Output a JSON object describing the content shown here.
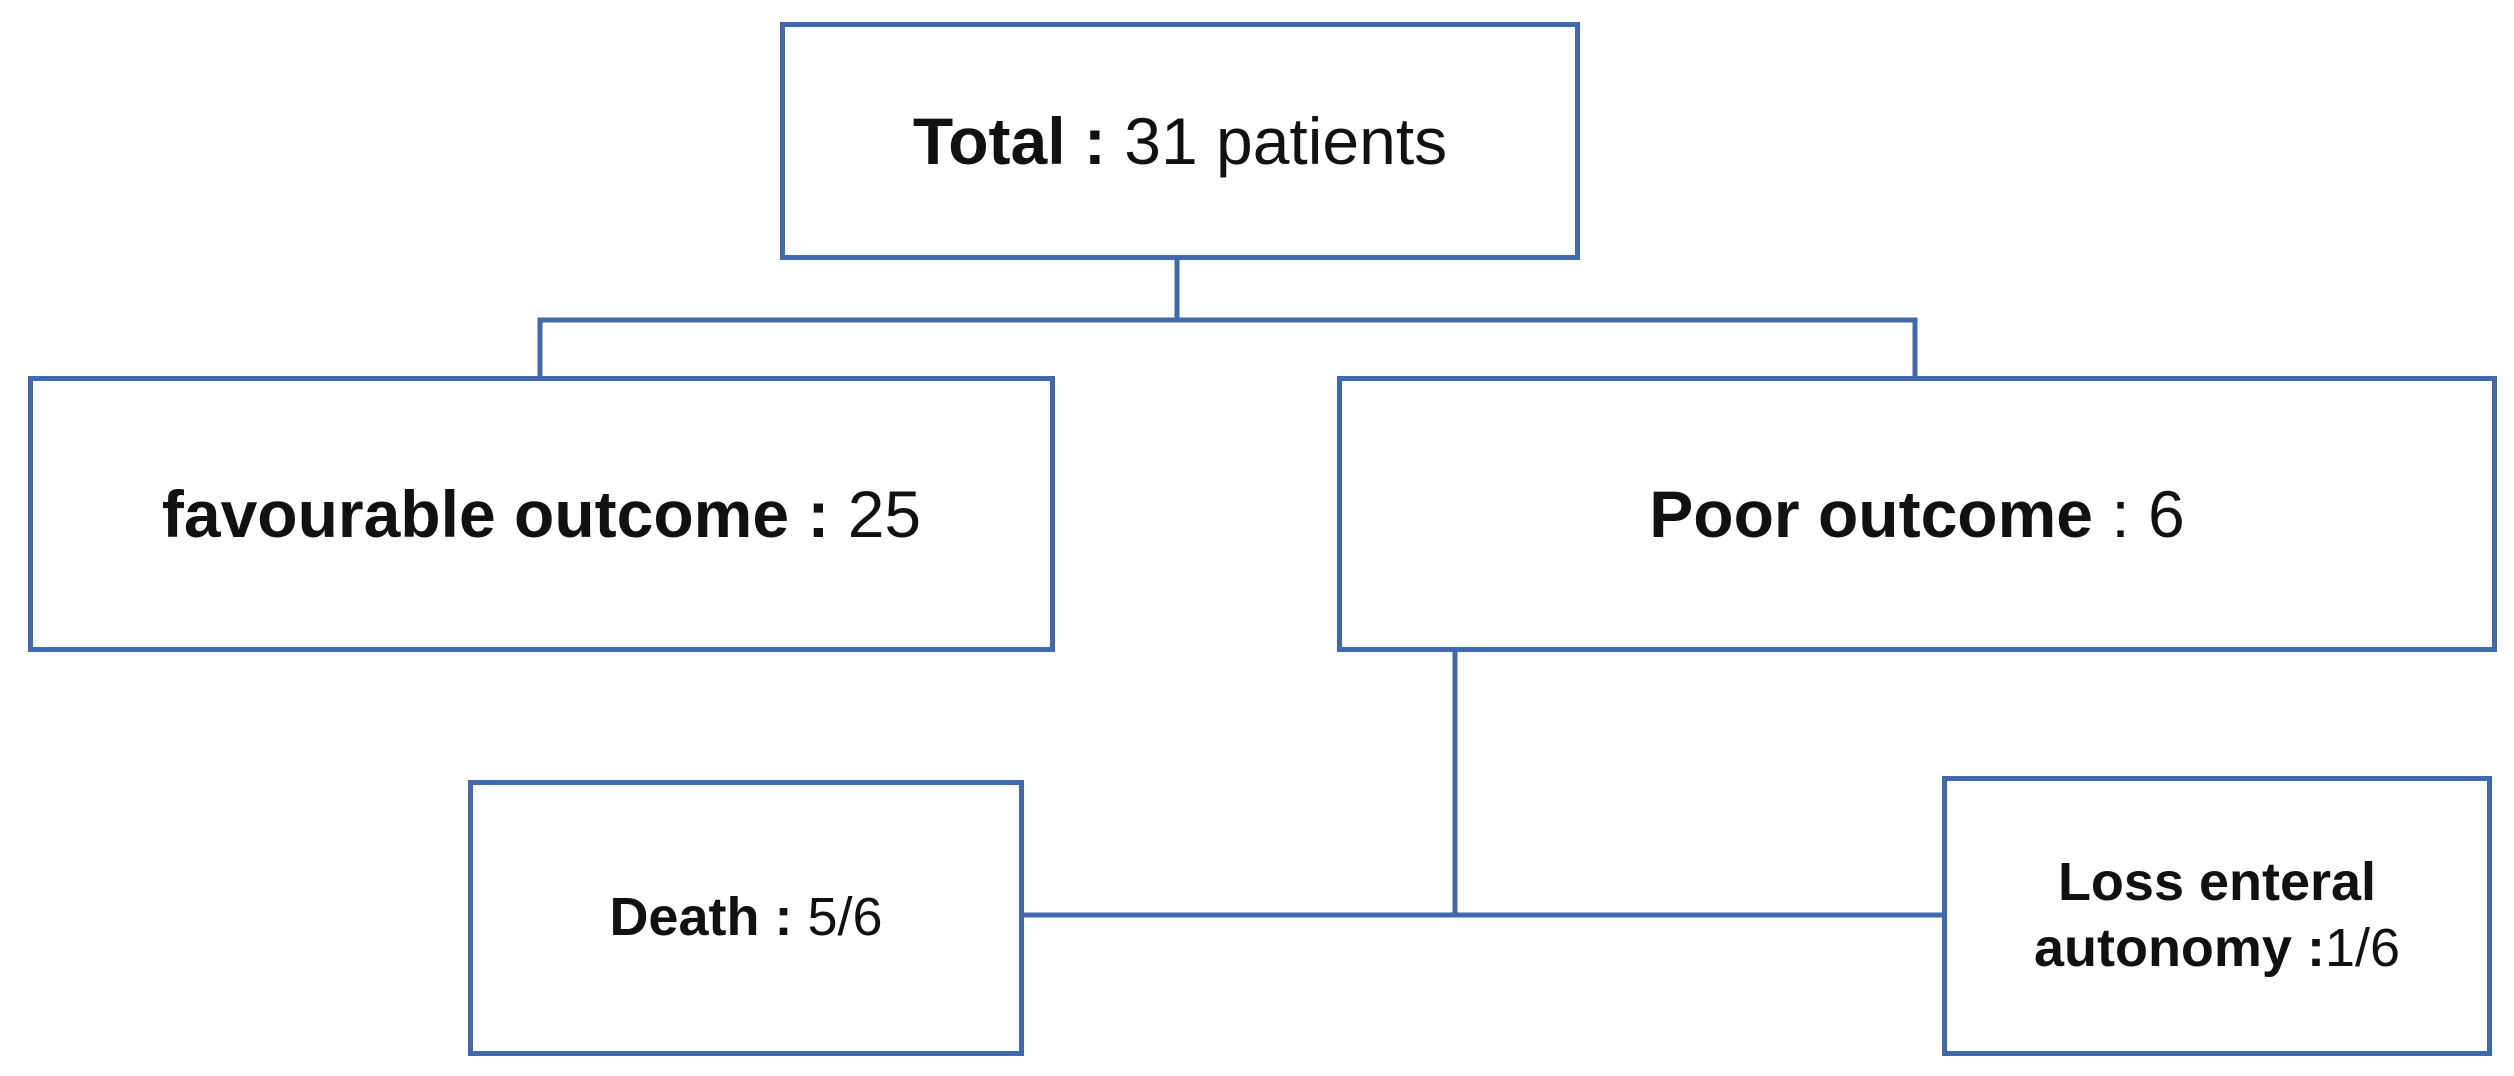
{
  "colors": {
    "border": "#4068AD",
    "connector": "#4068AD",
    "text": "#111111",
    "background": "#ffffff"
  },
  "nodes": {
    "total": {
      "label": "Total :",
      "value": "31 patients"
    },
    "favourable": {
      "label": "favourable outcome :",
      "value": "25"
    },
    "poor": {
      "label": "Poor outcome",
      "value": ": 6"
    },
    "death": {
      "label": "Death :",
      "value": "5/6"
    },
    "loss": {
      "label": "Loss enteral autonomy :",
      "value": "1/6"
    }
  },
  "edges": [
    {
      "from": "total",
      "to": "favourable"
    },
    {
      "from": "total",
      "to": "poor"
    },
    {
      "from": "poor",
      "to": "death"
    },
    {
      "from": "poor",
      "to": "loss"
    }
  ]
}
